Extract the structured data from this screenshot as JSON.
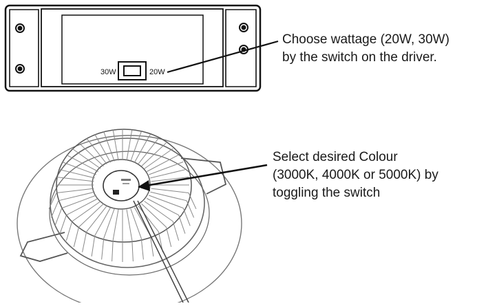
{
  "driver": {
    "switch_label_left": "30W",
    "switch_label_right": "20W"
  },
  "callouts": {
    "wattage": {
      "line1": "Choose wattage (20W, 30W)",
      "line2": "by the switch on the driver."
    },
    "colour": {
      "line1": "Select desired Colour",
      "line2": "(3000K, 4000K or 5000K) by",
      "line3": "toggling the switch"
    }
  }
}
